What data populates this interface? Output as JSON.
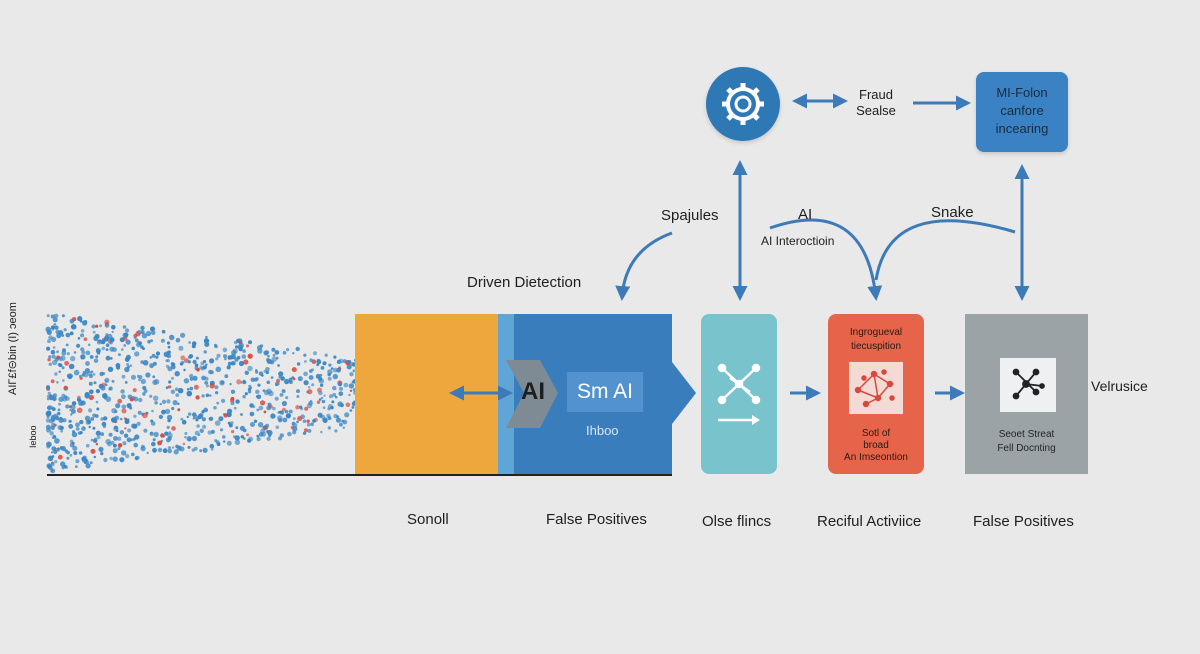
{
  "colors": {
    "background": "#e8e9e8",
    "arrow": "#3d7ab8",
    "orange": "#eea73c",
    "blue": "#3a7dbd",
    "teal": "#79c4cc",
    "red": "#e5644a",
    "gray": "#9ba3a7",
    "dot_blue": "#3a86c4",
    "dot_red": "#d8493c"
  },
  "top": {
    "gear_icon": "gear-icon",
    "fraud_label": [
      "Fraud",
      "Sealse"
    ],
    "mi_box_lines": [
      "MI-Folon",
      "canfore",
      "incearing"
    ]
  },
  "middle": {
    "spajules": "Spajules",
    "ai_top": "AI",
    "ai_interaction": "AI Interoctioin",
    "snake": "Snake",
    "driven_detection": "Driven Dietection"
  },
  "left": {
    "vertical_text": "AIΓ£f⊝bin (I) ɔeom",
    "side_text": "Ieboo"
  },
  "blocks": {
    "ai_label": "AI",
    "smai_label": "Sm AI",
    "ihboo_label": "Ihboo",
    "red_top_lines": [
      "Ingrogueval",
      "tiecuspition"
    ],
    "red_bottom_lines": [
      "Sotl of",
      "broad",
      "An Imseontion"
    ],
    "gray_bottom_lines": [
      "Seoet Streat",
      "Fell Docnting"
    ],
    "velrusice": "Velrusice"
  },
  "bottom_labels": [
    "Sonoll",
    "False Positives",
    "Olse flincs",
    "Reciful Activiice",
    "False Positives"
  ]
}
